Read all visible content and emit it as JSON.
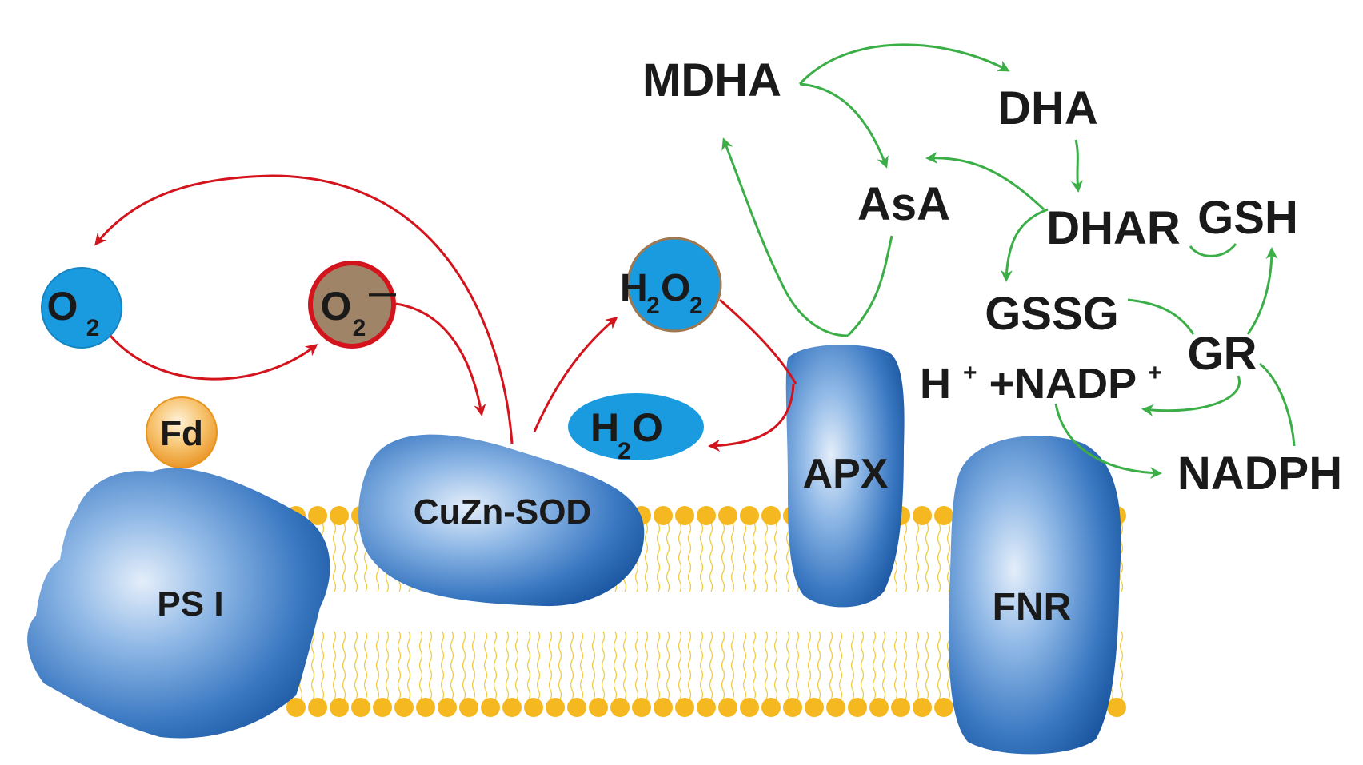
{
  "colors": {
    "protein_dark": "#1f5fa8",
    "protein_mid": "#4f8fd0",
    "protein_light": "#dbe9f8",
    "lipid_head": "#f5b820",
    "lipid_tail": "#f0cc44",
    "red_arrow": "#d4141c",
    "green_arrow": "#3cae48",
    "o2_fill": "#1a9be0",
    "superoxide_fill": "#a08468",
    "superoxide_ring": "#d4141c",
    "fd_fill": "#f2a22c"
  },
  "proteins": {
    "ps1": "PS I",
    "cuzn_sod": "CuZn-SOD",
    "apx": "APX",
    "fnr": "FNR",
    "fd": "Fd"
  },
  "molecules": {
    "o2": {
      "base": "O",
      "sub": "2"
    },
    "superoxide": {
      "base": "O",
      "sub": "2",
      "sup": "—"
    },
    "h2o2": {
      "a": "H",
      "sub1": "2",
      "b": "O",
      "sub2": "2"
    },
    "h2o": {
      "a": "H",
      "sub1": "2",
      "b": "O"
    }
  },
  "cycle": {
    "mdha": "MDHA",
    "dha": "DHA",
    "asa": "AsA",
    "dhar": "DHAR",
    "gsh": "GSH",
    "gssg": "GSSG",
    "gr": "GR",
    "nadp": {
      "h": "H",
      "hsup": "+",
      "plus": "+NADP",
      "nsup": "+"
    },
    "nadph": "NADPH"
  }
}
